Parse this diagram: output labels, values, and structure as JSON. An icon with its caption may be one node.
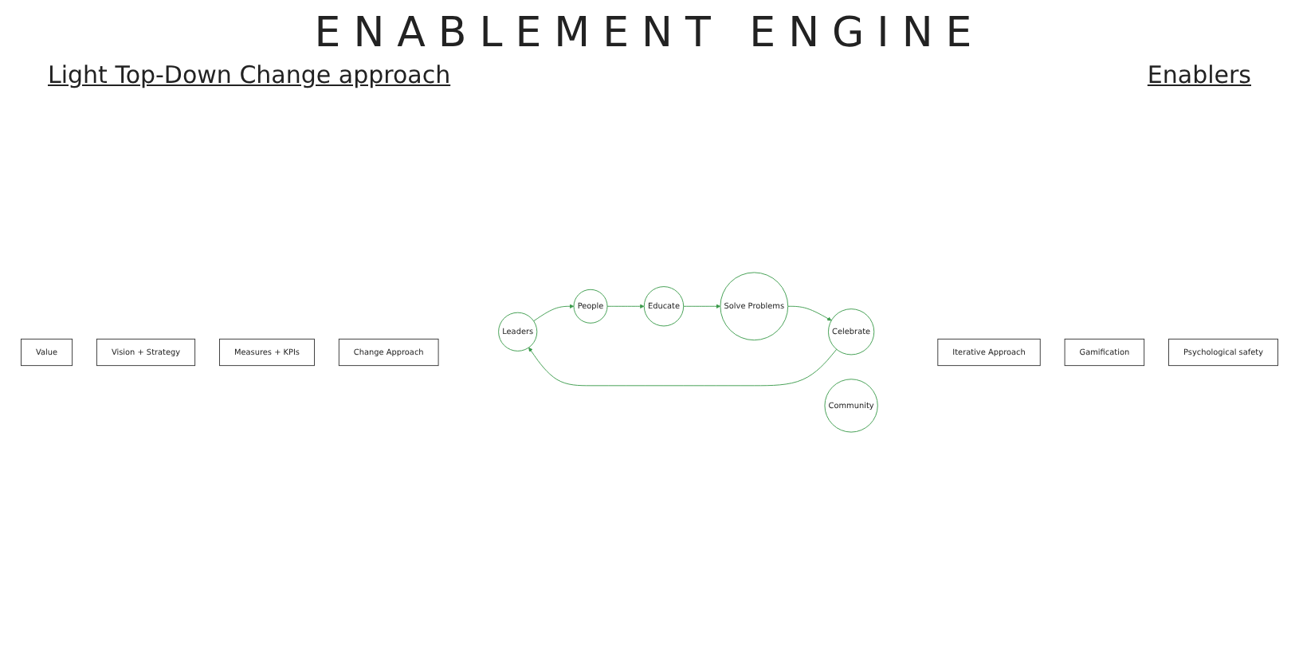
{
  "diagram": {
    "title": "ENABLEMENT ENGINE",
    "nodes": [
      {
        "text": [
          "Value"
        ]
      },
      {
        "text": [
          "Vision + Strategy"
        ]
      },
      {
        "text": [
          "Measures + KPIs"
        ]
      },
      {
        "text": [
          "Change Approach"
        ]
      },
      {
        "text": [
          "Leaders"
        ]
      },
      {
        "text": [
          "Celebrate"
        ]
      },
      {
        "text": [
          "People"
        ]
      },
      {
        "text": [
          "Community"
        ]
      },
      {
        "text": [
          "Solve Problems"
        ]
      },
      {
        "text": [
          "Educate"
        ]
      },
      {
        "text": [
          "Iterative Approach"
        ]
      },
      {
        "text": [
          "Gamification"
        ]
      },
      {
        "text": [
          "Psychological safety"
        ]
      }
    ],
    "edges": [
      {
        "from": 4,
        "to": 6,
        "arrow": "to"
      },
      {
        "from": 6,
        "to": 9,
        "arrow": "to"
      },
      {
        "from": 9,
        "to": 8,
        "arrow": "to"
      },
      {
        "from": 8,
        "to": 5,
        "arrow": "to"
      },
      {
        "from": 5,
        "to": 4,
        "arrow": "to"
      }
    ],
    "labels": [
      "Light Top-Down Change approach",
      "Enablers"
    ]
  }
}
